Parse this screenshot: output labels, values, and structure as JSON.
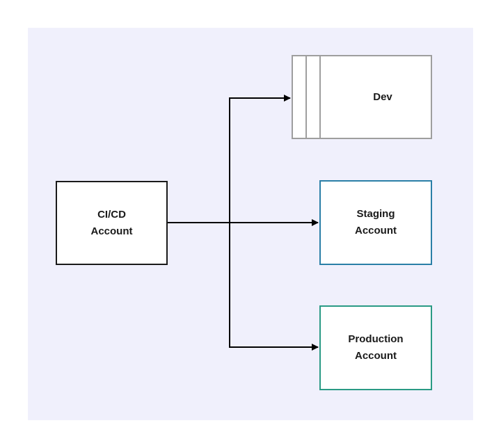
{
  "nodes": {
    "cicd": {
      "label_line1": "CI/CD",
      "label_line2": "Account",
      "border_color": "#1a1a1a"
    },
    "dev": {
      "label": "Dev",
      "border_color": "#9e9e9e"
    },
    "staging": {
      "label_line1": "Staging",
      "label_line2": "Account",
      "border_color": "#2a7fa7"
    },
    "production": {
      "label_line1": "Production",
      "label_line2": "Account",
      "border_color": "#2a9a85"
    }
  },
  "edges": [
    {
      "from": "cicd",
      "to": "dev"
    },
    {
      "from": "cicd",
      "to": "staging"
    },
    {
      "from": "cicd",
      "to": "production"
    }
  ],
  "colors": {
    "background": "#f0f0fc",
    "connector": "#000000"
  }
}
